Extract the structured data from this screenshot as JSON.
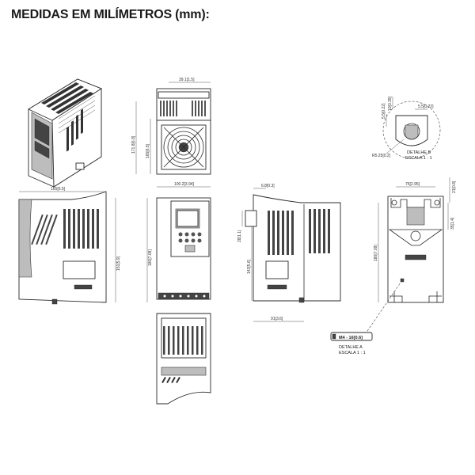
{
  "title": "MEDIDAS EM MILÍMETROS (mm):",
  "dimensions": {
    "top_width": "39.1[1.5]",
    "front_height_total": "171.8[6.8]",
    "front_height_inner": "165[6.5]",
    "side_width": "165[6.5]",
    "side_height": "151[5.9]",
    "front_width": "100.2[3.94]",
    "front_height": "180[7.09]",
    "right_top_offset": "6.8[0.3]",
    "right_height_1": "28[1.1]",
    "right_height_2": "143[5.6]",
    "right_bottom_width": "91[3.6]",
    "mount_width": "75[2.95]",
    "mount_height": "180[7.09]",
    "mount_offset_right": "21[0.8]",
    "mount_offset_right_2": "35[1.4]",
    "detail_b_w": "5.5[0.22]",
    "detail_b_h": "5.5[0.22]",
    "detail_b_r": "R5.25[0.2]",
    "detail_b_top": "10[0.39]"
  },
  "labels": {
    "detail_b": "DETALHE B",
    "detail_b_scale": "ESCALA 1 : 1",
    "detail_a": "DETALHE A",
    "detail_a_scale": "ESCALA 1 : 1",
    "detail_a_box": "M4 - 16[0.6]"
  }
}
